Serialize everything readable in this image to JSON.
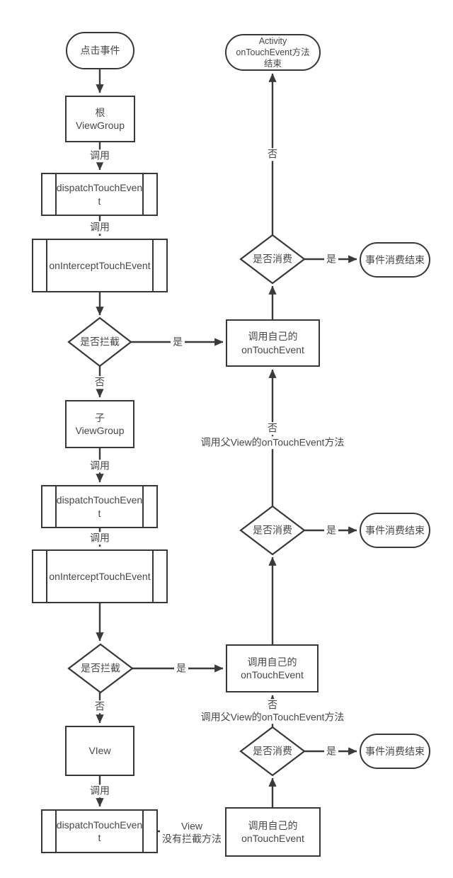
{
  "nodes": {
    "start": {
      "label": "点击事件"
    },
    "root_viewgroup": {
      "label": "根\nViewGroup"
    },
    "dispatch_1": {
      "label": "dispatchTouchEvent"
    },
    "on_intercept_1": {
      "label": "onInterceptTouchEvent"
    },
    "is_intercept_1": {
      "label": "是否拦截"
    },
    "child_viewgroup": {
      "label": "子\nViewGroup"
    },
    "dispatch_2": {
      "label": "dispatchTouchEvent"
    },
    "on_intercept_2": {
      "label": "onInterceptTouchEvent"
    },
    "is_intercept_2": {
      "label": "是否拦截"
    },
    "view": {
      "label": "VIew"
    },
    "dispatch_3": {
      "label": "dispatchTouchEvent"
    },
    "activity_end": {
      "label": "Activity\nonTouchEvent方法\n结束"
    },
    "is_consume_1": {
      "label": "是否消费"
    },
    "consume_end_1": {
      "label": "事件消费结束"
    },
    "call_own_1": {
      "label": "调用自己的\nonTouchEvent"
    },
    "is_consume_2": {
      "label": "是否消费"
    },
    "consume_end_2": {
      "label": "事件消费结束"
    },
    "call_own_2": {
      "label": "调用自己的\nonTouchEvent"
    },
    "is_consume_3": {
      "label": "是否消费"
    },
    "consume_end_3": {
      "label": "事件消费结束"
    },
    "call_own_3": {
      "label": "调用自己的\nonTouchEvent"
    }
  },
  "edge_labels": {
    "call_1": "调用",
    "call_2": "调用",
    "call_3": "调用",
    "call_4": "调用",
    "call_5": "调用",
    "yes_1": "是",
    "yes_2": "是",
    "yes_3": "是",
    "yes_4": "是",
    "yes_5": "是",
    "no_1": "否",
    "no_2": "否",
    "no_3": "否",
    "no_4": "否",
    "no_5": "否",
    "call_parent_1": "调用父View的onTouchEvent方法",
    "call_parent_2": "调用父View的onTouchEvent方法",
    "view_no_intercept": "View\n没有拦截方法"
  },
  "colors": {
    "line": "#3a3a3a",
    "text": "#474747",
    "background": "#ffffff"
  }
}
